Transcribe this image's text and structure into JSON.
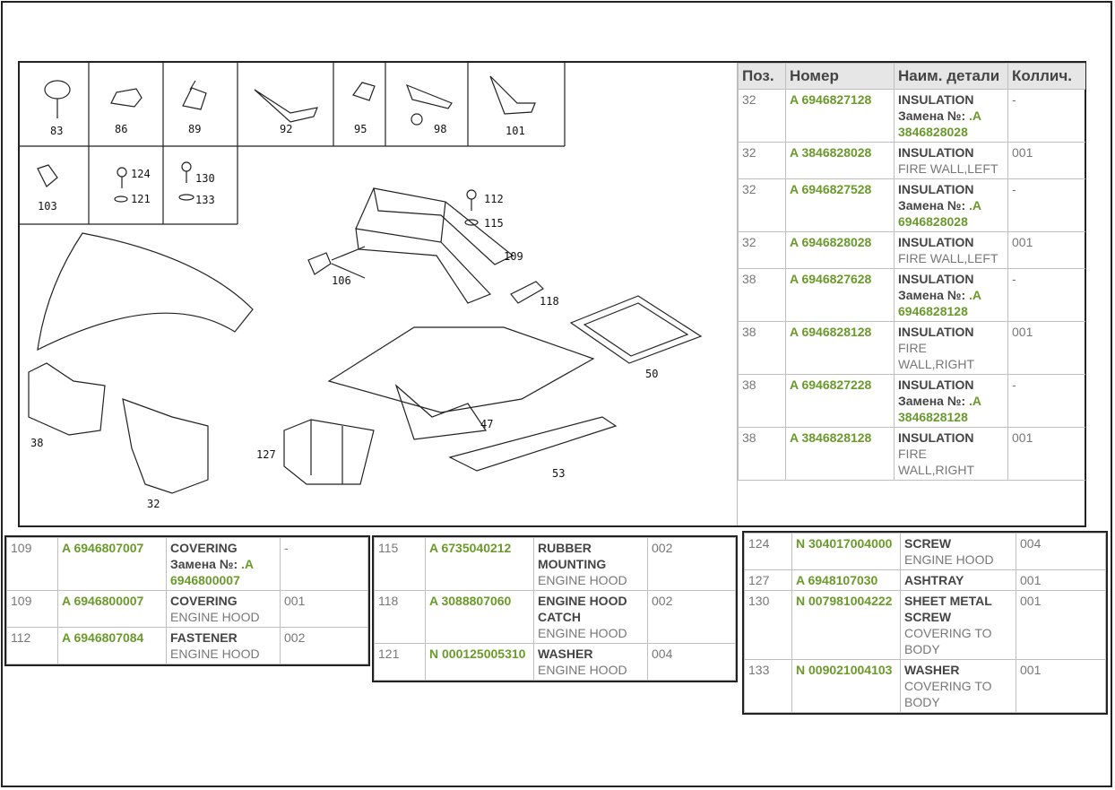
{
  "colors": {
    "part_number": "#6a9a2a",
    "name": "#444444",
    "header_bg": "#e6e6e6",
    "border": "#bfbfbf"
  },
  "diagram": {
    "labels": [
      "83",
      "86",
      "89",
      "92",
      "95",
      "98",
      "101",
      "103",
      "124",
      "121",
      "130",
      "133",
      "112",
      "115",
      "109",
      "106",
      "118",
      "50",
      "47",
      "53",
      "127",
      "38",
      "32"
    ]
  },
  "main_table": {
    "headers": {
      "pos": "Поз.",
      "number": "Номер",
      "name": "Наим. детали",
      "qty": "Коллич."
    },
    "rows": [
      {
        "pos": "32",
        "number": "A 6946827128",
        "name": "INSULATION",
        "replace_label": "Замена №: ",
        "replace_link": ".A 3846828028",
        "desc": "",
        "qty": "-"
      },
      {
        "pos": "32",
        "number": "A 3846828028",
        "name": "INSULATION",
        "replace_label": "",
        "replace_link": "",
        "desc": "FIRE WALL,LEFT",
        "qty": "001"
      },
      {
        "pos": "32",
        "number": "A 6946827528",
        "name": "INSULATION",
        "replace_label": "Замена №: ",
        "replace_link": ".A 6946828028",
        "desc": "",
        "qty": "-"
      },
      {
        "pos": "32",
        "number": "A 6946828028",
        "name": "INSULATION",
        "replace_label": "",
        "replace_link": "",
        "desc": "FIRE WALL,LEFT",
        "qty": "001"
      },
      {
        "pos": "38",
        "number": "A 6946827628",
        "name": "INSULATION",
        "replace_label": "Замена №: ",
        "replace_link": ".A 6946828128",
        "desc": "",
        "qty": "-"
      },
      {
        "pos": "38",
        "number": "A 6946828128",
        "name": "INSULATION",
        "replace_label": "",
        "replace_link": "",
        "desc": "FIRE WALL,RIGHT",
        "qty": "001"
      },
      {
        "pos": "38",
        "number": "A 6946827228",
        "name": "INSULATION",
        "replace_label": "Замена №: ",
        "replace_link": ".A 3846828128",
        "desc": "",
        "qty": "-"
      },
      {
        "pos": "38",
        "number": "A 3846828128",
        "name": "INSULATION",
        "replace_label": "",
        "replace_link": "",
        "desc": "FIRE WALL,RIGHT",
        "qty": "001"
      }
    ]
  },
  "table_left": {
    "rows": [
      {
        "pos": "109",
        "number": "A 6946807007",
        "name": "COVERING",
        "replace_label": "Замена №: ",
        "replace_link": ".A 6946800007",
        "desc": "",
        "qty": "-"
      },
      {
        "pos": "109",
        "number": "A 6946800007",
        "name": "COVERING",
        "replace_label": "",
        "replace_link": "",
        "desc": "ENGINE HOOD",
        "qty": "001"
      },
      {
        "pos": "112",
        "number": "A 6946807084",
        "name": "FASTENER",
        "replace_label": "",
        "replace_link": "",
        "desc": "ENGINE HOOD",
        "qty": "002"
      }
    ]
  },
  "table_mid": {
    "rows": [
      {
        "pos": "115",
        "number": "A 6735040212",
        "name": "RUBBER MOUNTING",
        "replace_label": "",
        "replace_link": "",
        "desc": "ENGINE HOOD",
        "qty": "002"
      },
      {
        "pos": "118",
        "number": "A 3088807060",
        "name": "ENGINE HOOD CATCH",
        "replace_label": "",
        "replace_link": "",
        "desc": "ENGINE HOOD",
        "qty": "002"
      },
      {
        "pos": "121",
        "number": "N 000125005310",
        "name": "WASHER",
        "replace_label": "",
        "replace_link": "",
        "desc": "ENGINE HOOD",
        "qty": "004"
      }
    ]
  },
  "table_right": {
    "rows": [
      {
        "pos": "124",
        "number": "N 304017004000",
        "name": "SCREW",
        "replace_label": "",
        "replace_link": "",
        "desc": "ENGINE HOOD",
        "qty": "004"
      },
      {
        "pos": "127",
        "number": "A 6948107030",
        "name": "ASHTRAY",
        "replace_label": "",
        "replace_link": "",
        "desc": "",
        "qty": "001"
      },
      {
        "pos": "130",
        "number": "N 007981004222",
        "name": "SHEET METAL SCREW",
        "replace_label": "",
        "replace_link": "",
        "desc": "COVERING TO BODY",
        "qty": "001"
      },
      {
        "pos": "133",
        "number": "N 009021004103",
        "name": "WASHER",
        "replace_label": "",
        "replace_link": "",
        "desc": "COVERING TO BODY",
        "qty": "001"
      }
    ]
  }
}
